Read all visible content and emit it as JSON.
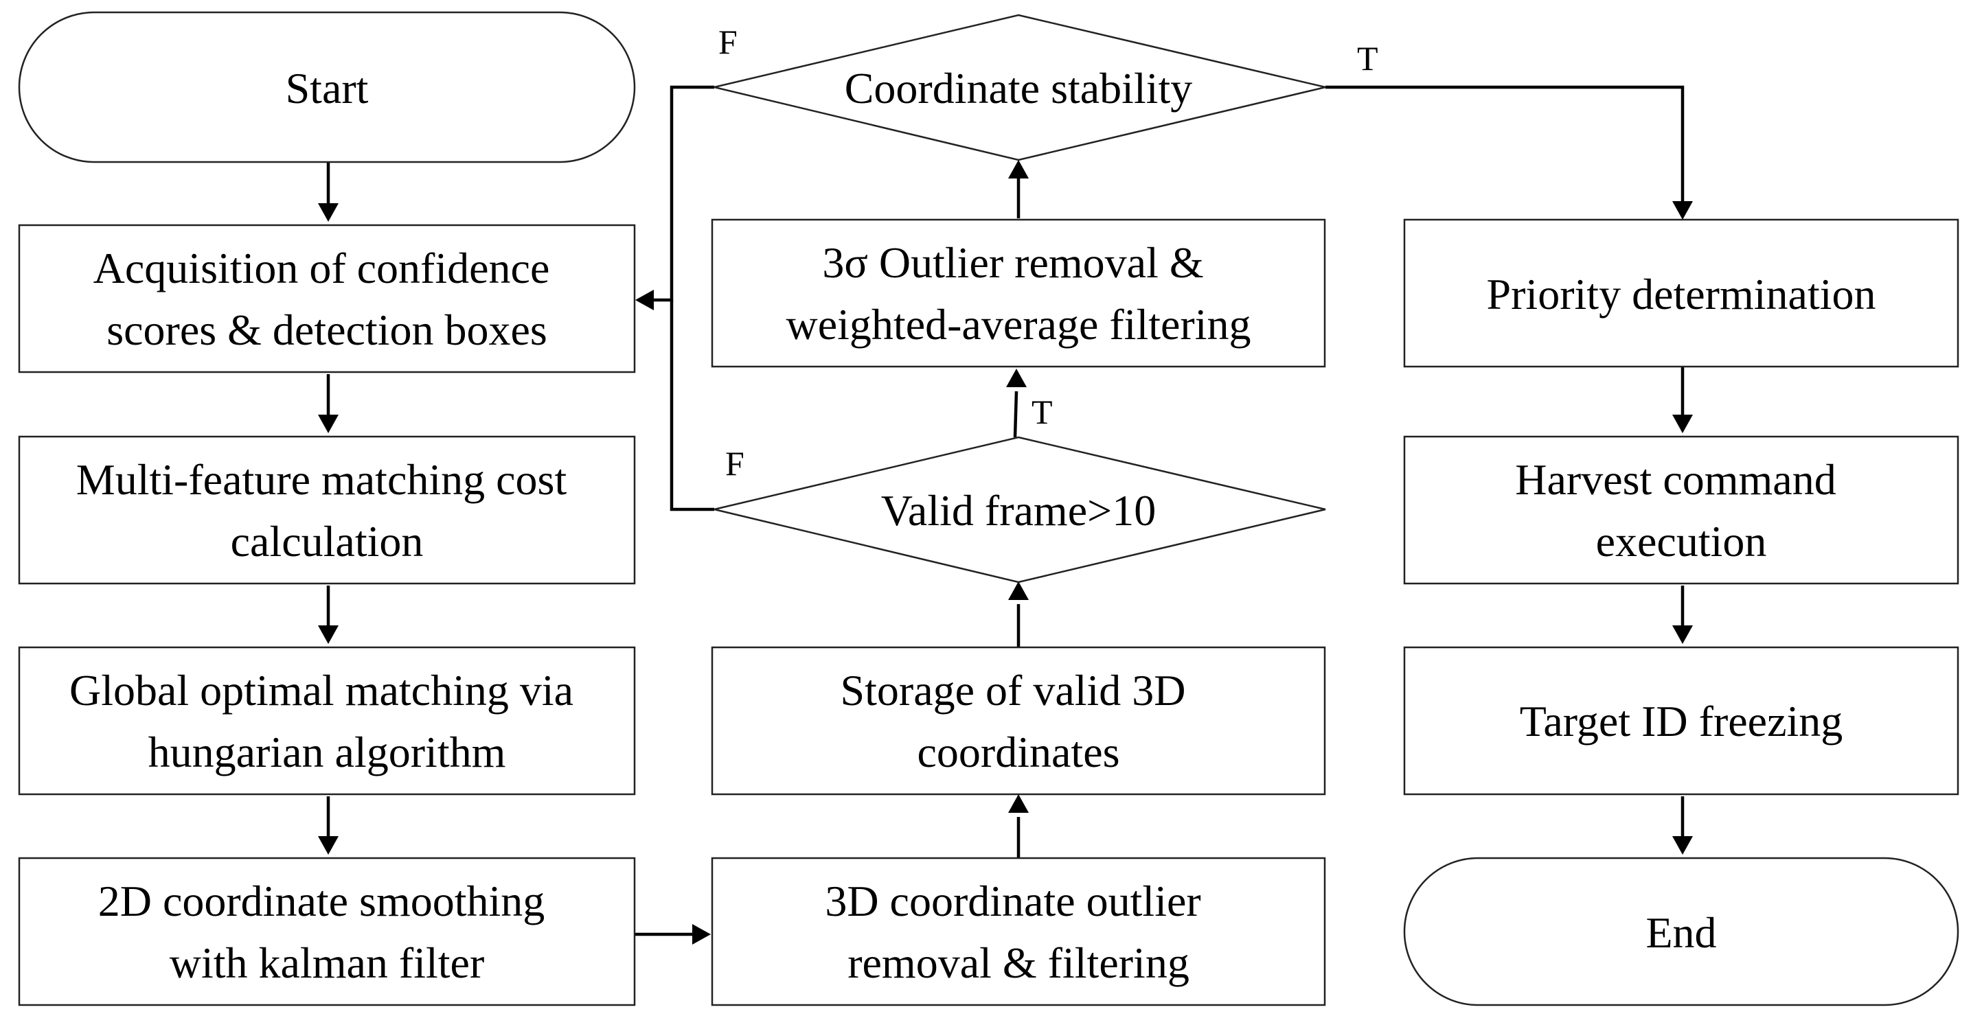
{
  "nodes": {
    "start": {
      "lines": [
        "Start"
      ]
    },
    "acquisition": {
      "lines": [
        "Acquisition of confidence",
        "scores & detection boxes"
      ]
    },
    "multi_feature": {
      "lines": [
        "Multi-feature matching cost",
        "calculation"
      ]
    },
    "global_matching": {
      "lines": [
        "Global optimal matching via",
        "hungarian algorithm"
      ]
    },
    "smoothing_2d": {
      "lines": [
        "2D coordinate smoothing",
        "with kalman filter"
      ]
    },
    "outlier_3d": {
      "lines": [
        "3D coordinate outlier",
        "removal & filtering"
      ]
    },
    "storage_3d": {
      "lines": [
        "Storage of valid 3D",
        "coordinates"
      ]
    },
    "valid_frame": {
      "lines": [
        "Valid frame>10"
      ]
    },
    "sigma_filter": {
      "lines": [
        "3σ Outlier removal &",
        "weighted-average filtering"
      ]
    },
    "coordinate_stability": {
      "lines": [
        "Coordinate stability"
      ]
    },
    "priority": {
      "lines": [
        "Priority determination"
      ]
    },
    "harvest": {
      "lines": [
        "Harvest command",
        "execution"
      ]
    },
    "target_id": {
      "lines": [
        "Target ID freezing"
      ]
    },
    "end": {
      "lines": [
        "End"
      ]
    }
  },
  "edge_labels": {
    "stability_false": "F",
    "stability_true": "T",
    "valid_frame_false": "F",
    "valid_frame_true": "T"
  }
}
